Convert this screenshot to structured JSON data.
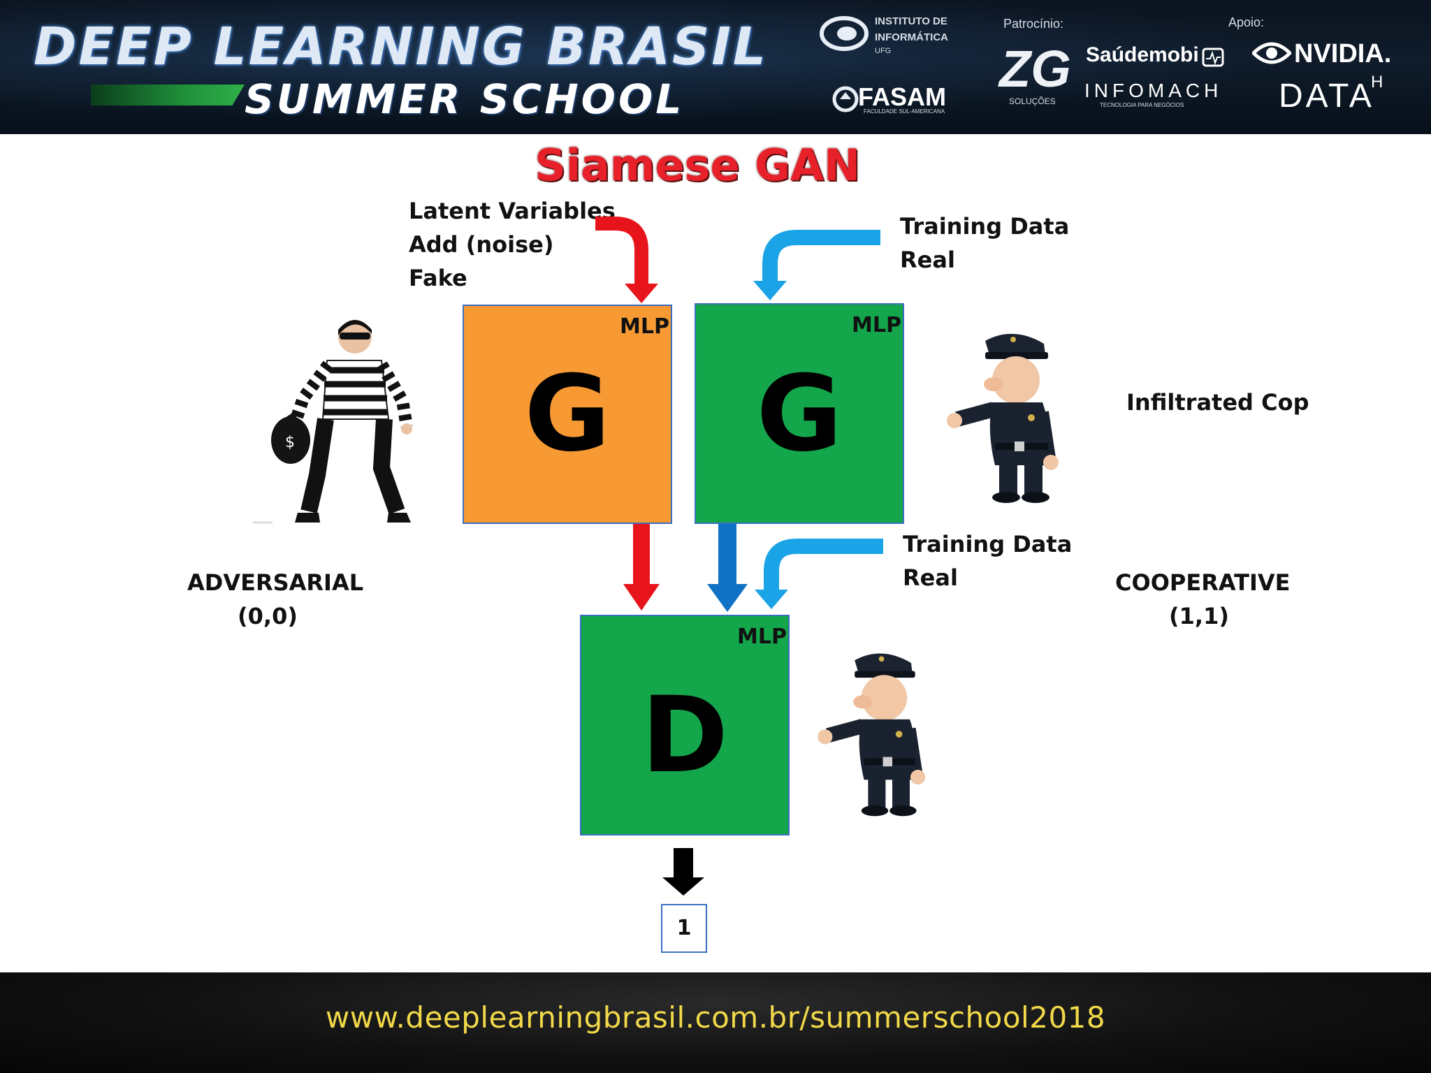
{
  "header": {
    "brand_line1": "DEEP LEARNING BRASIL",
    "brand_line2": "SUMMER SCHOOL",
    "institute_line1": "INSTITUTO DE",
    "institute_line2": "INFORMÁTICA",
    "institute_line3": "UFG",
    "fasam": "FASAM",
    "fasam_sub": "FACULDADE SUL-AMERICANA",
    "sponsor_label": "Patrocínio:",
    "zg": "ZG",
    "zg_sub": "SOLUÇÕES",
    "saudemobi": "Saúdemobi",
    "infomach": "INFOMACH",
    "infomach_sub": "TECNOLOGIA PARA NEGÓCIOS",
    "support_label": "Apoio:",
    "nvidia": "NVIDIA.",
    "datah": "DATA",
    "datah_sup": "H"
  },
  "title": "Siamese GAN",
  "inputs": {
    "latent": [
      "Latent Variables",
      "Add (noise)",
      "Fake"
    ],
    "training_top": [
      "Training Data",
      "Real"
    ],
    "training_mid": [
      "Training Data",
      "Real"
    ]
  },
  "blocks": {
    "g1": {
      "letter": "G",
      "tag": "MLP",
      "color": "#f79a34"
    },
    "g2": {
      "letter": "G",
      "tag": "MLP",
      "color": "#13a64a"
    },
    "d": {
      "letter": "D",
      "tag": "MLP",
      "color": "#13a64a"
    }
  },
  "output_value": "1",
  "labels": {
    "adversarial": [
      "ADVERSARIAL",
      "(0,0)"
    ],
    "cooperative": [
      "COOPERATIVE",
      "(1,1)"
    ],
    "infiltrated": "Infiltrated Cop"
  },
  "colors": {
    "red_arrow": "#e8141c",
    "blue_arrow": "#0f72c4",
    "light_blue_arrow": "#1aa3e6"
  },
  "footer_url": "www.deeplearningbrasil.com.br/summerschool2018"
}
